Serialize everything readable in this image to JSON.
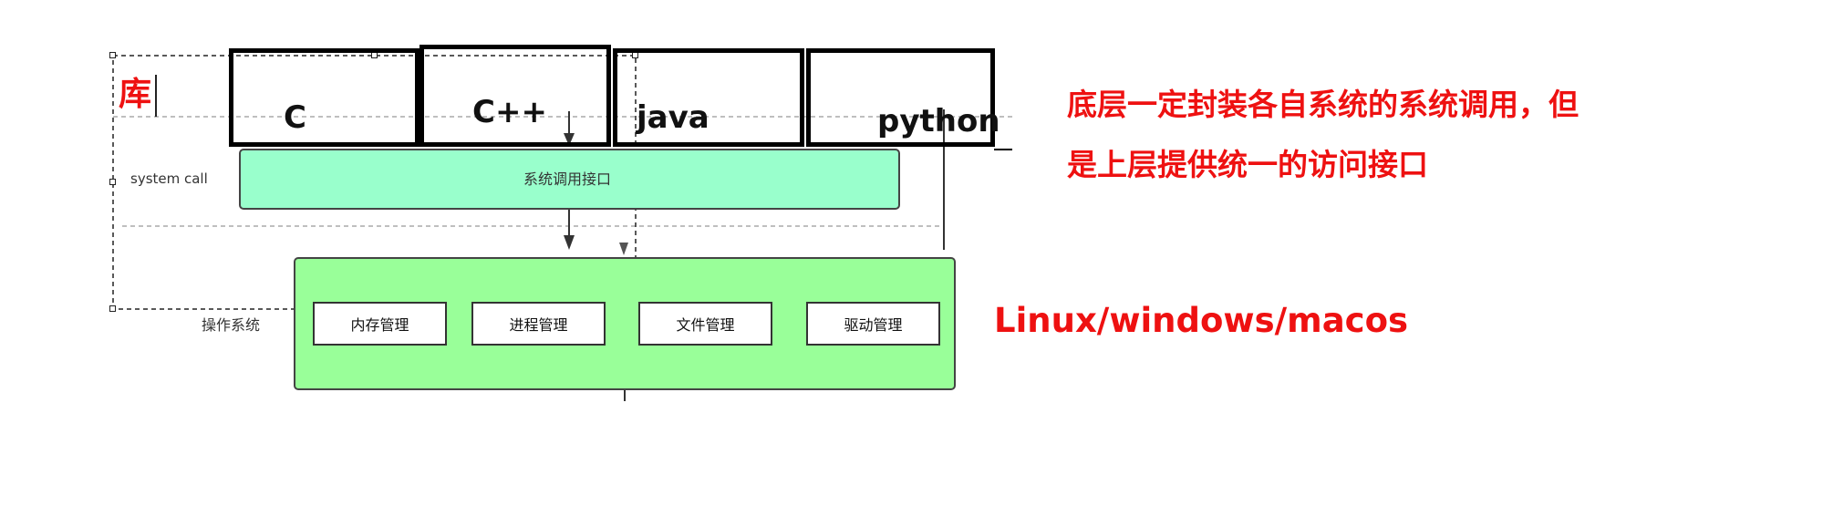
{
  "library": {
    "label": "库",
    "languages": [
      "C",
      "C++",
      "java",
      "python"
    ]
  },
  "syscall": {
    "side_label": "system call",
    "bar_label": "系统调用接口"
  },
  "os": {
    "side_label": "操作系统",
    "modules": [
      "内存管理",
      "进程管理",
      "文件管理",
      "驱动管理"
    ]
  },
  "annotations": {
    "note_line1": "底层一定封装各自系统的系统调用，但",
    "note_line2": "是上层提供统一的访问接口",
    "os_names": "Linux/windows/macos"
  },
  "colors": {
    "syscall_fill": "#99ffcc",
    "os_fill": "#99ff99",
    "annotation_red": "#ee1111"
  }
}
